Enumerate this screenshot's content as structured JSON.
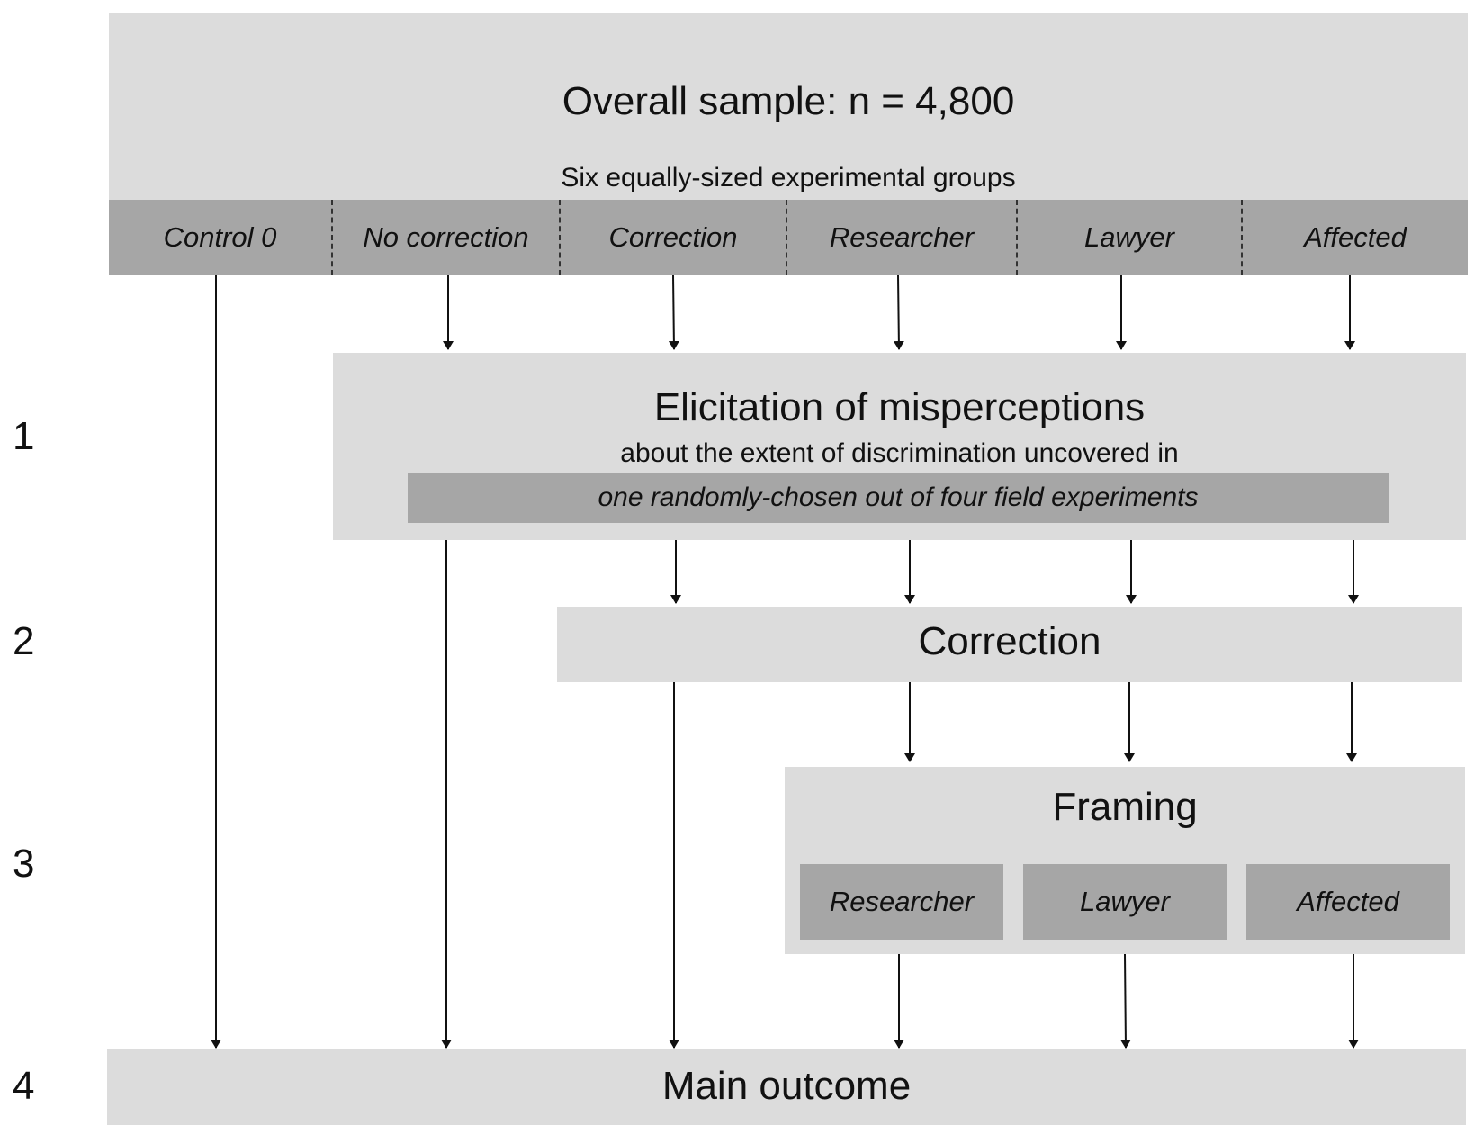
{
  "top": {
    "title": "Overall sample: n = 4,800",
    "subtitle": "Six equally-sized experimental groups"
  },
  "groups": [
    "Control 0",
    "No correction",
    "Correction",
    "Researcher",
    "Lawyer",
    "Affected"
  ],
  "elicitation": {
    "title": "Elicitation of misperceptions",
    "subtitle": "about the extent of discrimination uncovered in",
    "bar": "one randomly-chosen out of four field experiments"
  },
  "correction": {
    "title": "Correction"
  },
  "framing": {
    "title": "Framing",
    "options": [
      "Researcher",
      "Lawyer",
      "Affected"
    ]
  },
  "outcome": {
    "title": "Main outcome"
  },
  "steps": [
    "1",
    "2",
    "3",
    "4"
  ]
}
